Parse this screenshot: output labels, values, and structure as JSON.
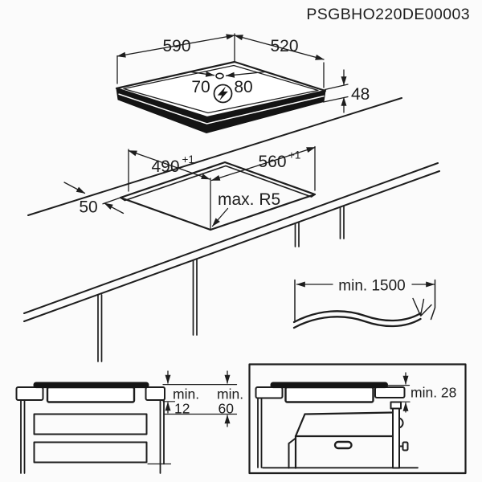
{
  "title": "PSGBHO220DE00003",
  "colors": {
    "line": "#1d1d1d",
    "background": "#fbfbfb",
    "ink": "#141414"
  },
  "hob": {
    "width": "590",
    "depth": "520",
    "connector_left": "70",
    "connector_right": "80",
    "height": "48",
    "power_icon": "lightning-bolt"
  },
  "cutout": {
    "width": "490",
    "width_tolerance": "+1",
    "depth": "560",
    "depth_tolerance": "+1",
    "rear_distance": "50",
    "corner_radius": "max. R5"
  },
  "cable": {
    "length": "min. 1500"
  },
  "drawer_clearance": {
    "label_a": "min.",
    "value_a": "12",
    "label_b": "min.",
    "value_b": "60"
  },
  "oven_clearance": {
    "label": "min. 28"
  }
}
